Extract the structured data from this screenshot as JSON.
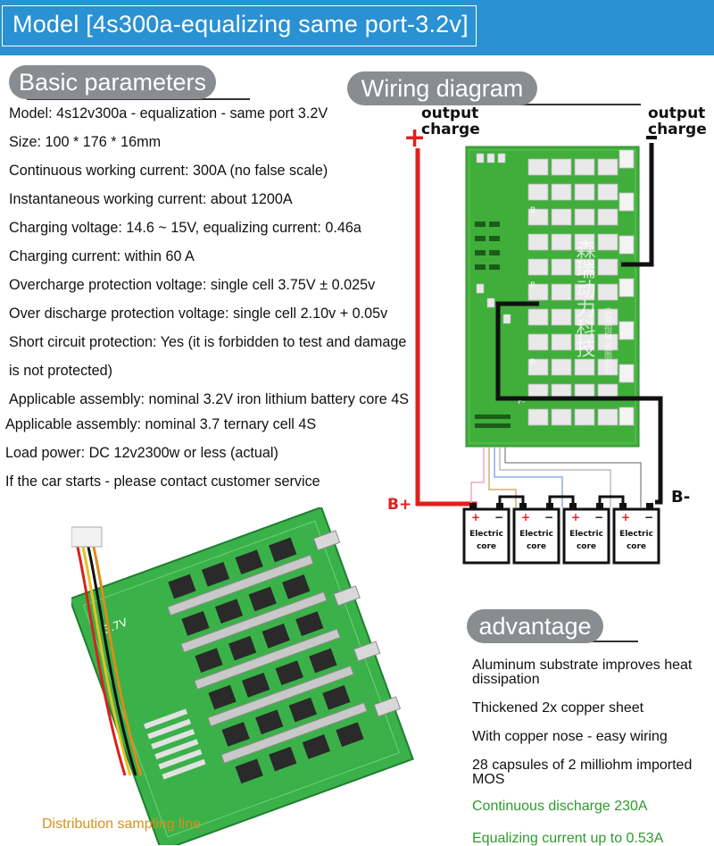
{
  "title": "Model [4s300a-equalizing same port-3.2v]",
  "basic_parameters": {
    "heading": "Basic parameters",
    "lines": [
      "Model: 4s12v300a - equalization - same port 3.2V",
      "Size: 100 * 176 * 16mm",
      "Continuous working current: 300A (no false scale)",
      "Instantaneous working current: about 1200A",
      "Charging voltage: 14.6 ~ 15V, equalizing current: 0.46a",
      "Charging current: within 60 A",
      "Overcharge protection voltage: single cell 3.75V ± 0.025v",
      "Over discharge protection voltage: single cell 2.10v + 0.05v",
      "Short circuit protection: Yes (it is forbidden to test and damage",
      "is not protected)",
      "Applicable assembly: nominal 3.2V iron lithium battery core 4S",
      "Applicable assembly: nominal 3.7 ternary cell 4S",
      "Load power: DC 12v2300w or less (actual)",
      "If the car starts - please contact customer service"
    ]
  },
  "wiring": {
    "heading": "Wiring diagram",
    "positive_label": [
      "output",
      "charge"
    ],
    "negative_label": [
      "output",
      "charge"
    ],
    "plus_sign": "+",
    "minus_sign": "-",
    "b_plus": "B+",
    "b_minus": "B-",
    "cells": [
      {
        "label": [
          "Electric",
          "core"
        ],
        "plus": "+",
        "minus": "−"
      },
      {
        "label": [
          "Electric",
          "core"
        ],
        "plus": "+",
        "minus": "−"
      },
      {
        "label": [
          "Electric",
          "core"
        ],
        "plus": "+",
        "minus": "−"
      },
      {
        "label": [
          "Electric",
          "core"
        ],
        "plus": "+",
        "minus": "−"
      }
    ],
    "pcb_text": "森瑞动力科技",
    "pcb_text_small": "实物拍摄 盗图必究",
    "pcb_pads": [
      "B-",
      "P-",
      "P-",
      "P-"
    ]
  },
  "advantage": {
    "heading": "advantage",
    "items": [
      {
        "text": "Aluminum substrate improves heat dissipation",
        "highlight": false
      },
      {
        "text": "Thickened 2x copper sheet",
        "highlight": false
      },
      {
        "text": "With copper nose - easy wiring",
        "highlight": false
      },
      {
        "text": "28 capsules of 2 milliohm imported MOS",
        "highlight": false
      },
      {
        "text": "Continuous discharge 230A",
        "highlight": true
      },
      {
        "text": "Equalizing current up to 0.53A",
        "highlight": true
      }
    ]
  },
  "photo": {
    "caption": "Distribution sampling line",
    "board_mark": "3.7V"
  },
  "colors": {
    "title_bg": "#2a91d2",
    "pill_bg": "#8a8d90",
    "pcb_green": "#3fae3a",
    "positive_wire": "#e0201c",
    "negative_wire": "#111111",
    "highlight_green": "#2f9a2f",
    "caption_orange": "#d9901a"
  }
}
